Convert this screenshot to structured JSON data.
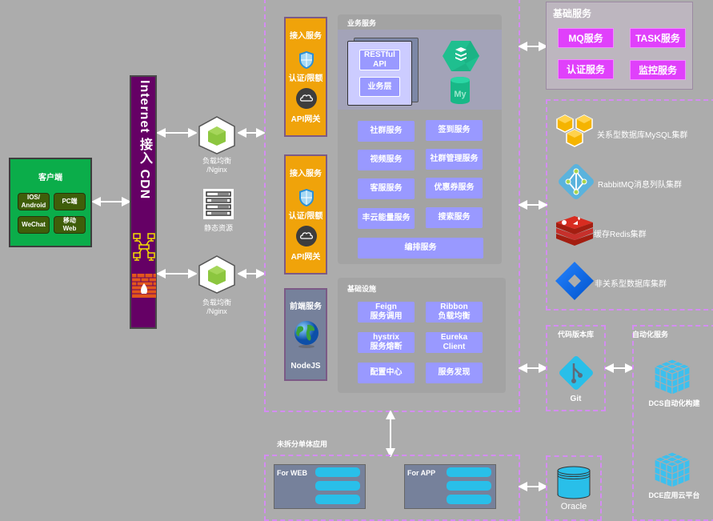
{
  "client": {
    "title": "客户端",
    "items": [
      "IOS/\nAndroid",
      "PC端",
      "WeChat",
      "移动\nWeb"
    ]
  },
  "cdn": {
    "title": "Internet 接入 CDN"
  },
  "lb": {
    "top_label": "负载均衡\n/Nginx",
    "bottom_label": "负载均衡\n/Nginx",
    "static_label": "静态资源"
  },
  "gateways": [
    {
      "title": "接入服务",
      "auth": "认证/限额",
      "api": "API网关"
    },
    {
      "title": "接入服务",
      "auth": "认证/限额",
      "api": "API网关"
    }
  ],
  "frontend": {
    "title": "前端服务",
    "tech": "NodeJS"
  },
  "business": {
    "title": "业务服务",
    "restful": "RESTful\nAPI",
    "layer": "业务层",
    "mysql_glyph": "My",
    "services": [
      "社群服务",
      "签到服务",
      "视频服务",
      "社群管理服务",
      "客服服务",
      "优惠券服务",
      "丰云能量服务",
      "搜索服务"
    ],
    "orchestration": "编排服务"
  },
  "infra": {
    "title": "基础设施",
    "items": [
      "Feign\n服务调用",
      "Ribbon\n负载均衡",
      "hystrix\n服务熔断",
      "Eureka\nClient",
      "配置中心",
      "服务发现"
    ]
  },
  "base_services": {
    "title": "基础服务",
    "items": [
      "MQ服务",
      "TASK服务",
      "认证服务",
      "监控服务"
    ]
  },
  "clusters": [
    {
      "icon": "aws-cubes",
      "label": "关系型数据库MySQL集群"
    },
    {
      "icon": "rabbitmq",
      "label": "RabbitMQ消息列队集群"
    },
    {
      "icon": "redis",
      "label": "缓存Redis集群"
    },
    {
      "icon": "nosql",
      "label": "非关系型数据库集群"
    }
  ],
  "git": {
    "title": "代码版本库",
    "label": "Git"
  },
  "automation": {
    "title": "自动化服务",
    "dcs": "DCS自动化构建",
    "dce": "DCE应用云平台"
  },
  "monolith": {
    "title": "未拆分单体应用",
    "web": "For WEB",
    "app": "For APP"
  },
  "oracle": {
    "label": "Oracle"
  }
}
